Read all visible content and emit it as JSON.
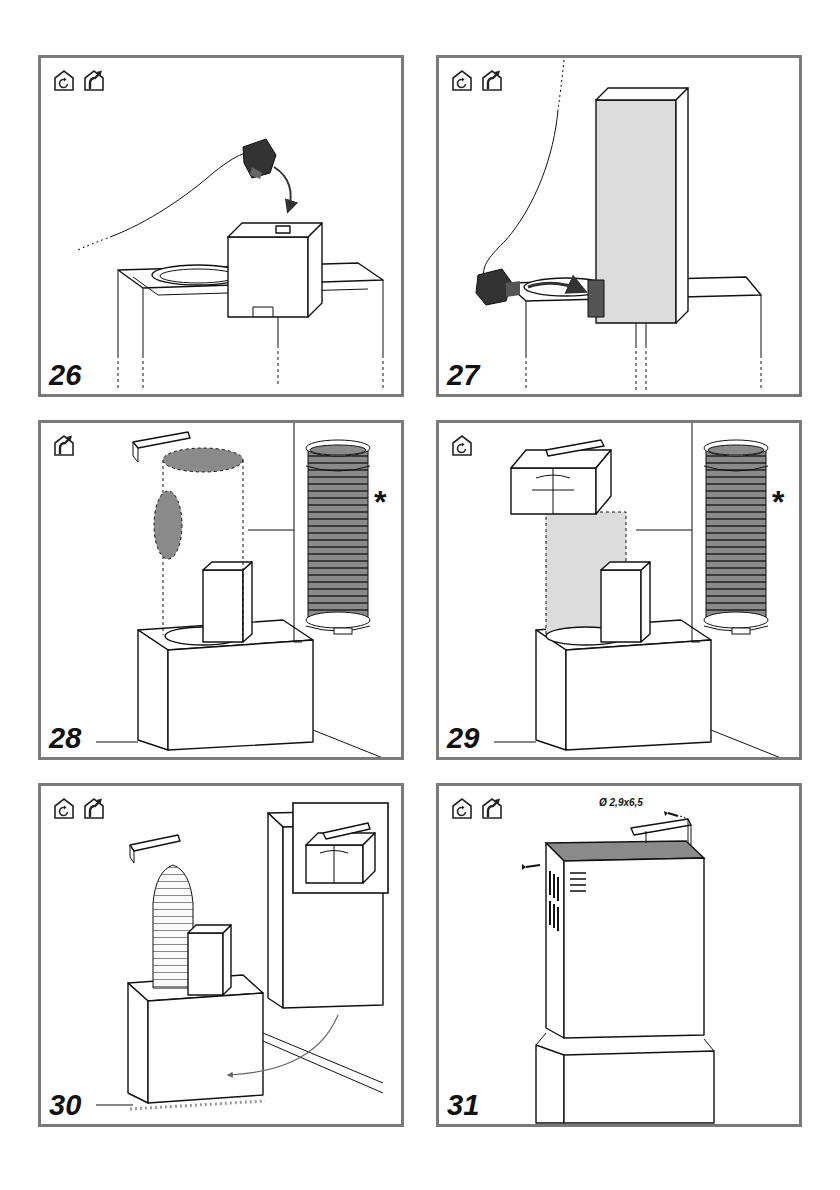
{
  "diagram": {
    "nodes": [
      {
        "text": [
          "26"
        ]
      },
      {
        "text": [
          "27"
        ]
      },
      {
        "text": [
          "28"
        ]
      },
      {
        "text": [
          "29"
        ]
      },
      {
        "text": [
          "30"
        ]
      },
      {
        "text": [
          "31"
        ]
      }
    ],
    "labels": [
      "*",
      "*",
      "Ø 2,9x6,5"
    ]
  }
}
